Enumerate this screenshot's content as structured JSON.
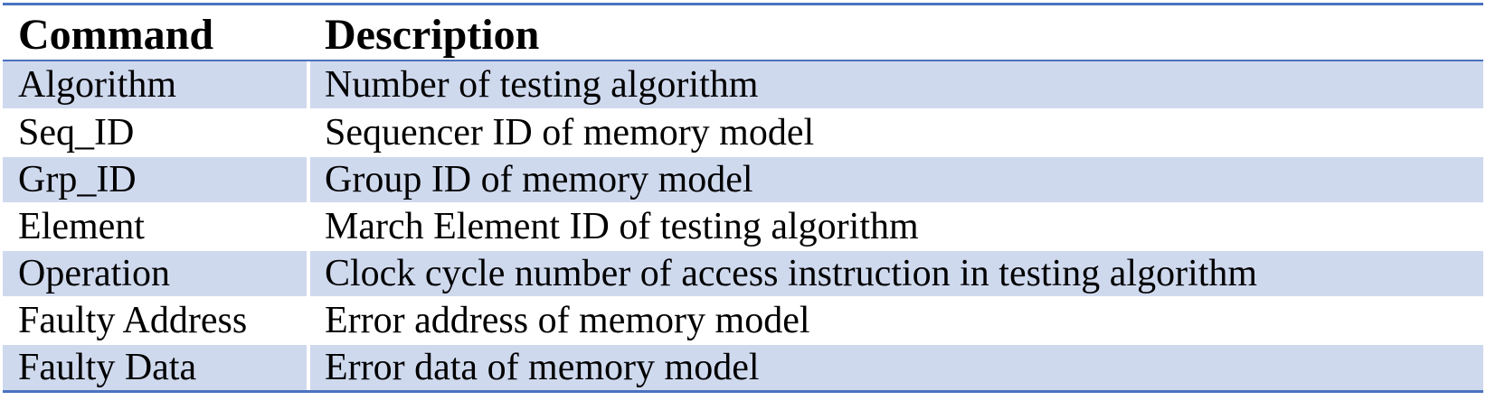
{
  "table": {
    "headers": [
      "Command",
      "Description"
    ],
    "rows": [
      {
        "command": "Algorithm",
        "description": "Number of testing algorithm"
      },
      {
        "command": "Seq_ID",
        "description": "Sequencer ID of memory model"
      },
      {
        "command": "Grp_ID",
        "description": "Group ID of memory model"
      },
      {
        "command": "Element",
        "description": "March Element ID of testing algorithm"
      },
      {
        "command": "Operation",
        "description": "Clock cycle number of access instruction in testing algorithm"
      },
      {
        "command": "Faulty Address",
        "description": "Error address of memory model"
      },
      {
        "command": "Faulty Data",
        "description": "Error data of memory model"
      }
    ]
  },
  "colors": {
    "rule": "#4a72c0",
    "row_shade": "#cfd9ee",
    "text": "#000000"
  }
}
